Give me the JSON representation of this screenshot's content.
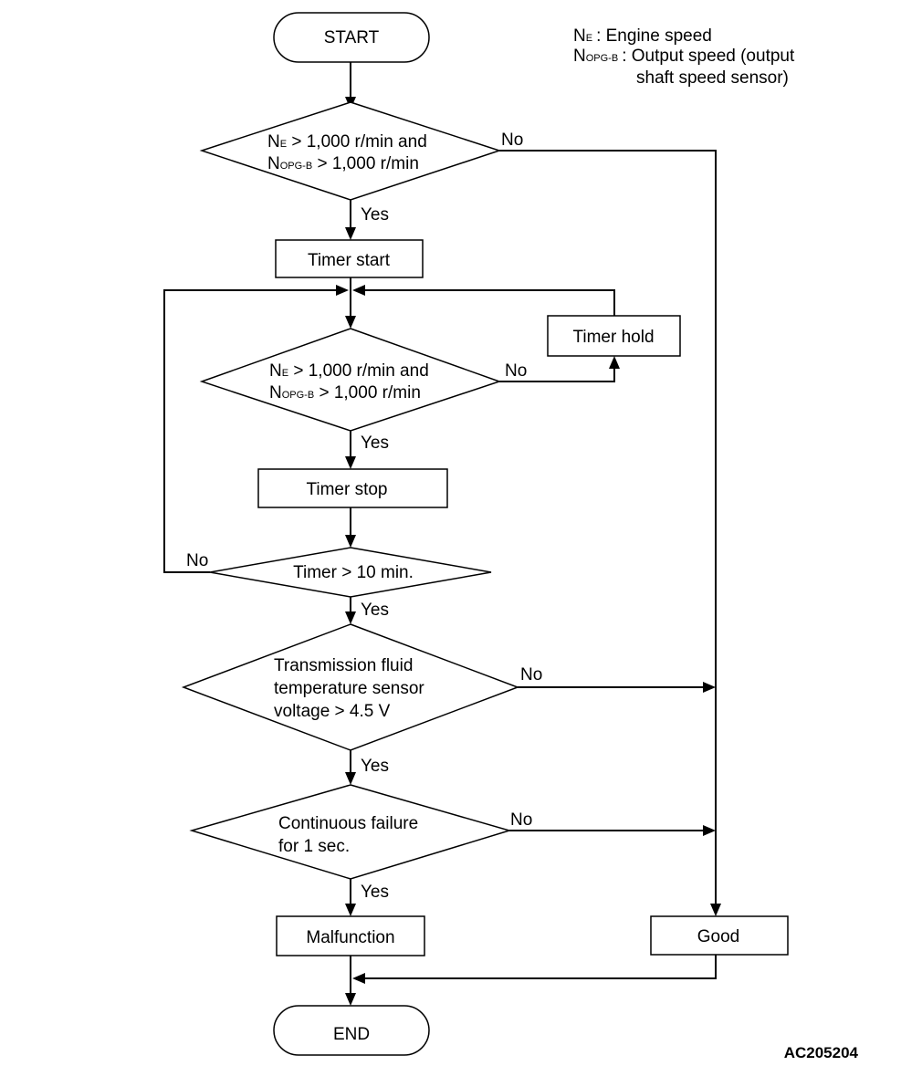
{
  "legend": {
    "ne_symbol": "N",
    "ne_sub": "E",
    "ne_desc": ": Engine speed",
    "nopg_symbol": "N",
    "nopg_sub": "OPG-B",
    "nopg_desc": ": Output speed (output",
    "nopg_desc2": "shaft speed sensor)"
  },
  "nodes": {
    "start": "START",
    "cond1": {
      "l1_sym": "N",
      "l1_sub": "E",
      "l1_rest": " > 1,000 r/min and",
      "l2_sym": "N",
      "l2_sub": "OPG-B",
      "l2_rest": " > 1,000 r/min"
    },
    "timer_start": "Timer start",
    "timer_hold": "Timer hold",
    "cond2": {
      "l1_sym": "N",
      "l1_sub": "E",
      "l1_rest": " > 1,000 r/min and",
      "l2_sym": "N",
      "l2_sub": "OPG-B",
      "l2_rest": " > 1,000 r/min"
    },
    "timer_stop": "Timer stop",
    "cond3": "Timer > 10 min.",
    "cond4": {
      "l1": "Transmission fluid",
      "l2": "temperature sensor",
      "l3": "voltage > 4.5 V"
    },
    "cond5": {
      "l1": "Continuous failure",
      "l2": "for 1 sec."
    },
    "malfunction": "Malfunction",
    "good": "Good",
    "end": "END"
  },
  "labels": {
    "yes": "Yes",
    "no": "No"
  },
  "figure_code": "AC205204"
}
